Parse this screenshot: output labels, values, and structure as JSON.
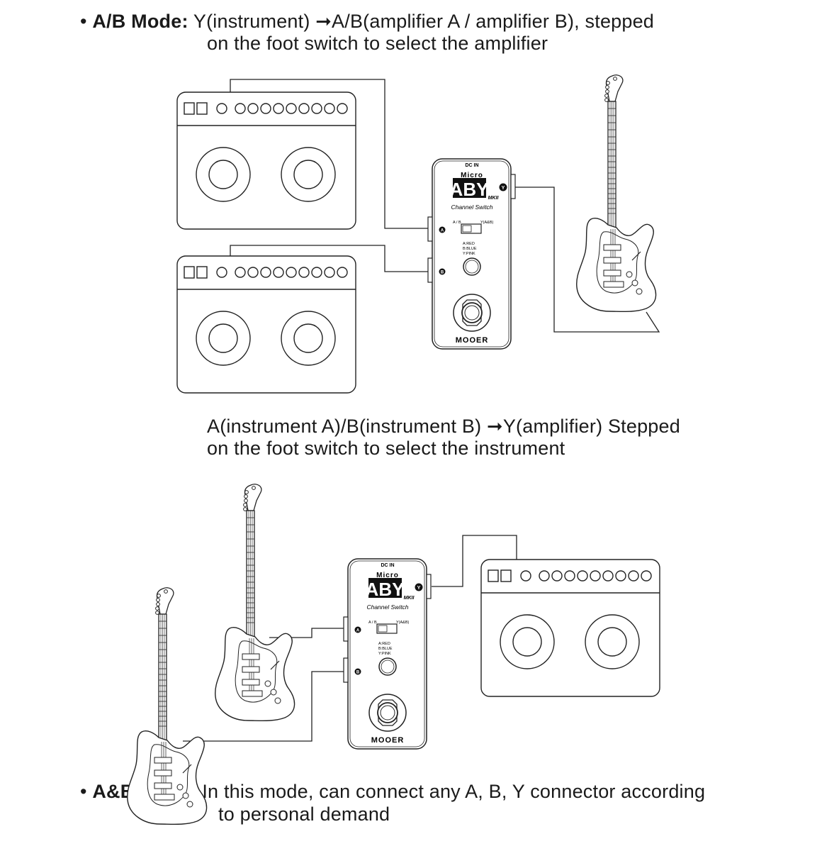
{
  "section_ab": {
    "bullet": "•",
    "label": "A/B Mode:",
    "line1": "Y(instrument) ➞A/B(amplifier A / amplifier B), stepped",
    "line2": "on the foot switch to select the amplifier"
  },
  "section_ab_reverse": {
    "line1": "A(instrument A)/B(instrument B) ➞Y(amplifier) Stepped",
    "line2": "on the foot switch to select the instrument"
  },
  "section_anb": {
    "bullet": "•",
    "label": "A&B Mode:",
    "line1": "In this mode, can connect any A, B, Y connector according",
    "line2": "to personal demand"
  },
  "pedal": {
    "dc_in": "DC IN",
    "micro": "Micro",
    "model": "ABY",
    "mk": "MKII",
    "y_badge": "Y",
    "subtitle": "Channel Switch",
    "switch_left": "A / B",
    "switch_right": "Y(A&B)",
    "led_legend": [
      "A:RED",
      "B:BLUE",
      "Y:PINK"
    ],
    "port_a": "A",
    "port_b": "B",
    "brand": "MOOER"
  }
}
